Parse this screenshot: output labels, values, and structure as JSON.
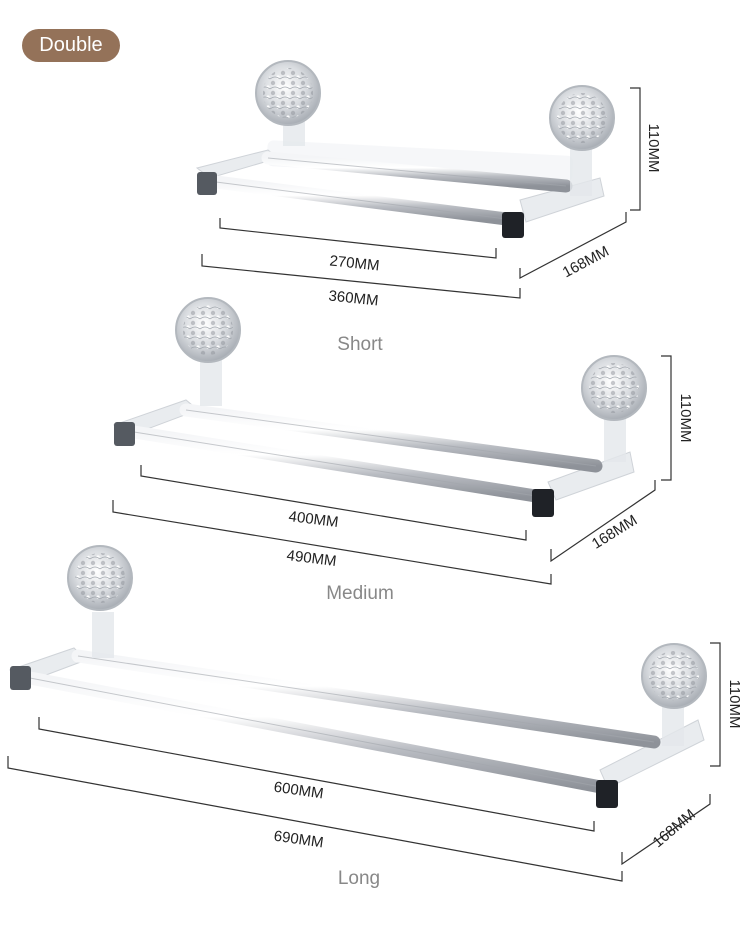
{
  "badge": {
    "label": "Double"
  },
  "products": [
    {
      "caption": "Short",
      "bar_length": "270MM",
      "overall_length": "360MM",
      "depth": "168MM",
      "height": "110MM"
    },
    {
      "caption": "Medium",
      "bar_length": "400MM",
      "overall_length": "490MM",
      "depth": "168MM",
      "height": "110MM"
    },
    {
      "caption": "Long",
      "bar_length": "600MM",
      "overall_length": "690MM",
      "depth": "168MM",
      "height": "110MM"
    }
  ],
  "colors": {
    "badge": "#947259",
    "caption": "#888888",
    "dimension_text": "#222222",
    "chrome": "#c9ccd1"
  }
}
